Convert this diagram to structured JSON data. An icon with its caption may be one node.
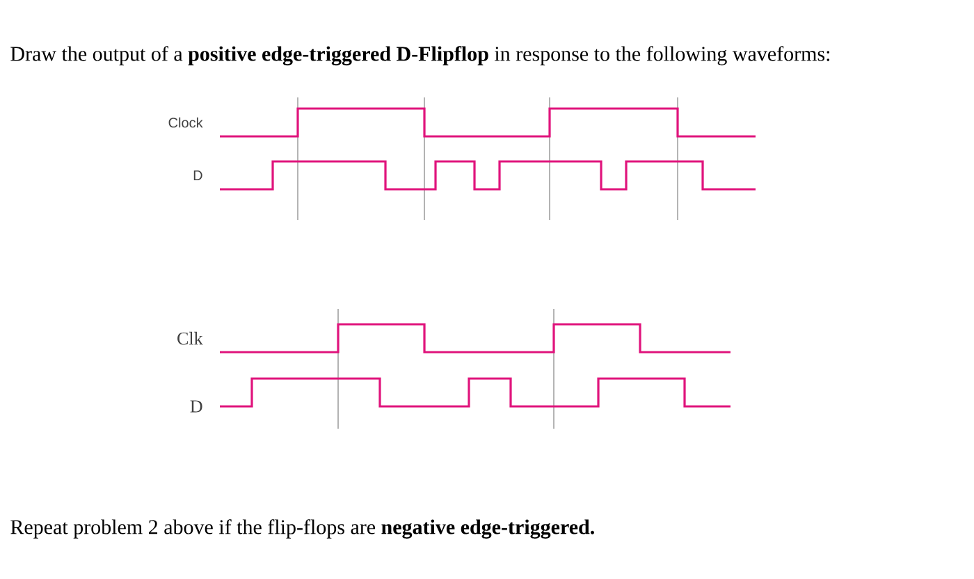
{
  "diagram": {
    "title": "Draw the output of a **positive edge-triggered D-Flipflop** in response to the following waveforms:",
    "caption": "Repeat problem 2 above if the flip-flops are **negative edge-triggered.**",
    "labels": [
      "Clock",
      "D",
      "Clk",
      "D"
    ]
  }
}
